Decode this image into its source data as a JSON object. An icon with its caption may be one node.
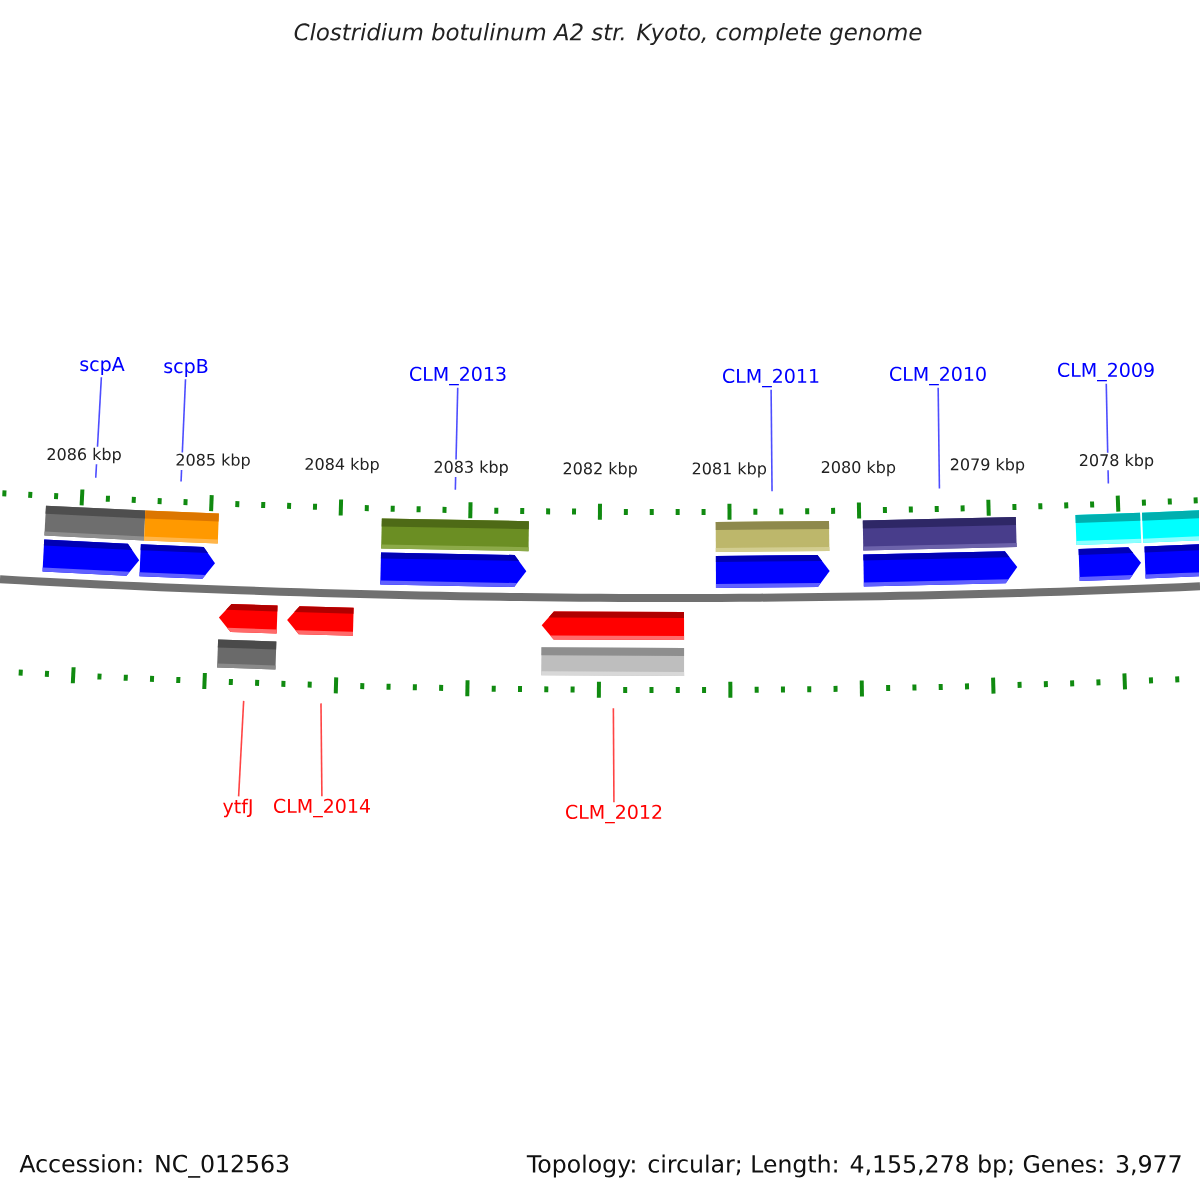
{
  "diagram": {
    "title": "Clostridium botulinum A2 str. Kyoto, complete genome",
    "nodes": [
      {
        "text": [
          "scpA"
        ]
      },
      {
        "text": [
          "scpB"
        ]
      },
      {
        "text": [
          "CLM_2013"
        ]
      },
      {
        "text": [
          "CLM_2011"
        ]
      },
      {
        "text": [
          "CLM_2010"
        ]
      },
      {
        "text": [
          "CLM_2009"
        ]
      },
      {
        "text": [],
        "shape": "pentagon"
      },
      {
        "text": [],
        "shape": "pentagon"
      },
      {
        "text": [],
        "shape": "pentagon"
      },
      {
        "text": [],
        "shape": "pentagon"
      },
      {
        "text": [],
        "shape": "pentagon"
      },
      {
        "text": [],
        "shape": "pentagon"
      },
      {
        "text": [],
        "shape": "pentagon"
      },
      {
        "text": [],
        "shape": "pentagon"
      },
      {
        "text": [],
        "shape": "pentagon"
      },
      {
        "text": [],
        "shape": "pentagon"
      },
      {
        "text": [
          "ytfJ"
        ]
      },
      {
        "text": [
          "CLM_2014"
        ]
      },
      {
        "text": [
          "CLM_2012"
        ]
      }
    ],
    "edges": [
      {
        "from": 0,
        "to": 6,
        "arrow": "none"
      },
      {
        "from": 1,
        "to": 7,
        "arrow": "none"
      },
      {
        "from": 2,
        "to": 8,
        "arrow": "none"
      },
      {
        "from": 3,
        "to": 9,
        "arrow": "none"
      },
      {
        "from": 4,
        "to": 10,
        "arrow": "none"
      },
      {
        "from": 5,
        "to": 11,
        "arrow": "none"
      },
      {
        "from": 16,
        "to": 13,
        "arrow": "none",
        "color": "#ff4444"
      },
      {
        "from": 17,
        "to": 14,
        "arrow": "none",
        "color": "#ff4444"
      },
      {
        "from": 18,
        "to": 15,
        "arrow": "none",
        "color": "#ff4444"
      }
    ],
    "labels": [
      "2086 kbp",
      "2085 kbp",
      "2084 kbp",
      "2083 kbp",
      "2082 kbp",
      "2081 kbp",
      "2080 kbp",
      "2079 kbp",
      "2078 kbp",
      "Accession: NC_012563",
      "Topology: circular; Length: 4,155,278 bp; Genes: 3,977"
    ]
  }
}
